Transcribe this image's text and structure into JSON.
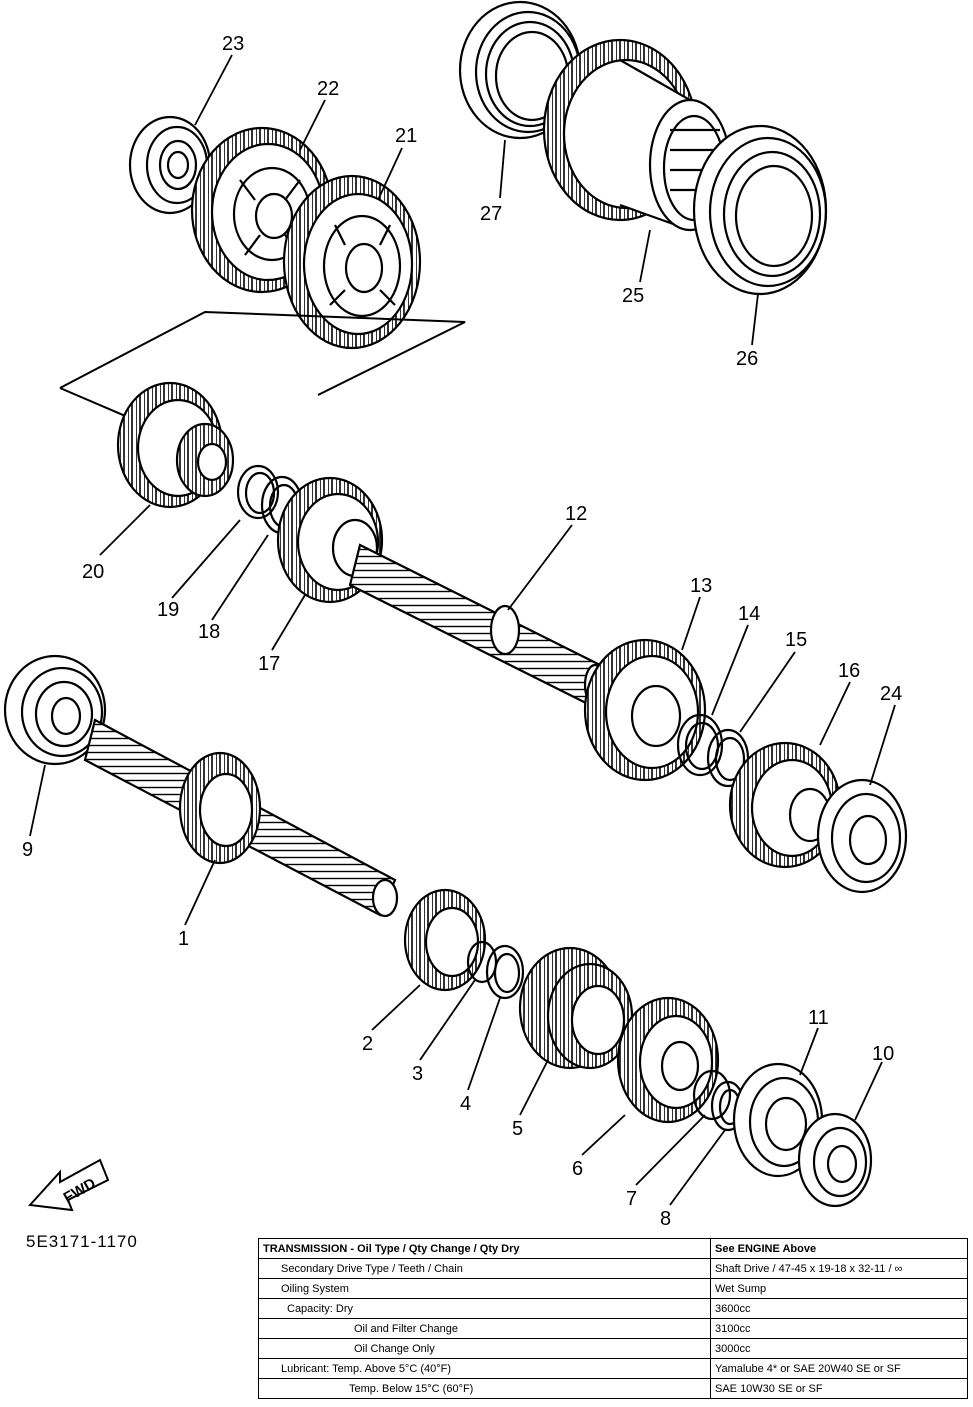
{
  "callouts": {
    "c1": "1",
    "c2": "2",
    "c3": "3",
    "c4": "4",
    "c5": "5",
    "c6": "6",
    "c7": "7",
    "c8": "8",
    "c9": "9",
    "c10": "10",
    "c11": "11",
    "c12": "12",
    "c13": "13",
    "c14": "14",
    "c15": "15",
    "c16": "16",
    "c17": "17",
    "c18": "18",
    "c19": "19",
    "c20": "20",
    "c21": "21",
    "c22": "22",
    "c23": "23",
    "c24": "24",
    "c25": "25",
    "c26": "26",
    "c27": "27"
  },
  "fwd_label": "FWD",
  "part_number": "5E3171-1170",
  "spec_table": {
    "header": {
      "label": "TRANSMISSION - Oil Type / Qty Change / Qty Dry",
      "value": "See ENGINE Above"
    },
    "rows": [
      {
        "label": "Secondary Drive Type / Teeth / Chain",
        "value": "Shaft Drive / 47-45 x 19-18 x 32-11 / ∞"
      },
      {
        "label": "Oiling System",
        "value": "Wet Sump"
      },
      {
        "label": "Capacity: Dry",
        "value": "3600cc"
      },
      {
        "label": "Oil and Filter Change",
        "value": "3100cc"
      },
      {
        "label": "Oil Change Only",
        "value": "3000cc"
      },
      {
        "label": "Lubricant: Temp. Above 5°C (40°F)",
        "value": "Yamalube 4* or SAE 20W40 SE or SF"
      },
      {
        "label": "Temp. Below 15°C (60°F)",
        "value": "SAE 10W30 SE or SF"
      }
    ]
  }
}
